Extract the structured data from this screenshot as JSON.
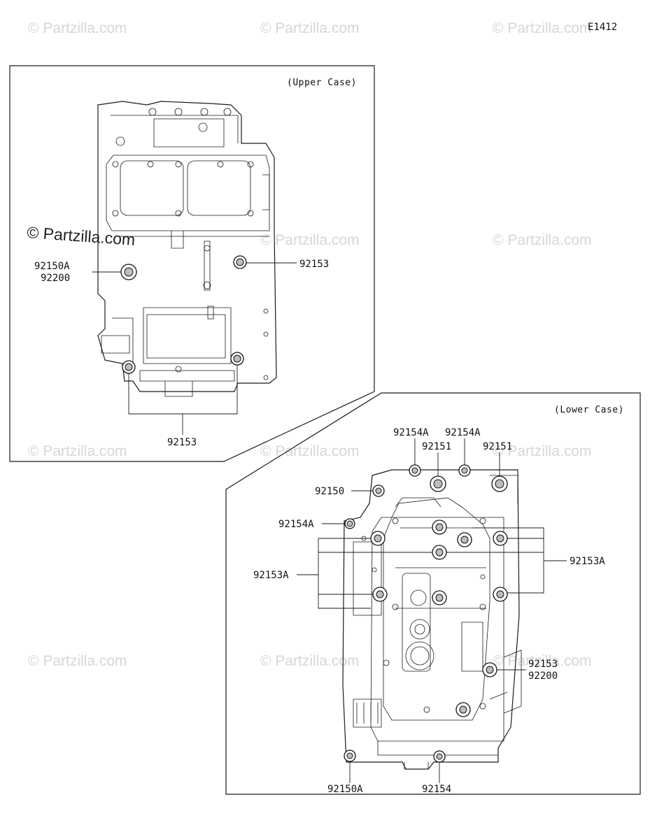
{
  "diagram_code": "E1412",
  "watermark_text": "Partzilla.com",
  "watermark_symbol": "©",
  "upper_case": {
    "title": "(Upper Case)",
    "labels": {
      "top_right_bolt": "92153",
      "left_bolt_a": "92150A",
      "left_bolt_b": "92200",
      "bottom_bolts": "92153"
    }
  },
  "lower_case": {
    "title": "(Lower Case)",
    "labels": {
      "top_left_a": "92154A",
      "top_mid_a": "92154A",
      "top_left_b": "92151",
      "top_right_b": "92151",
      "left_top": "92150",
      "left_mid": "92154A",
      "left_group": "92153A",
      "right_group": "92153A",
      "right_low_a": "92153",
      "right_low_b": "92200",
      "bottom_left": "92150A",
      "bottom_mid": "92154"
    }
  },
  "colors": {
    "line": "#1a1a1a",
    "watermark": "#d6d6d6",
    "bolt_fill": "#bdbdbd"
  }
}
